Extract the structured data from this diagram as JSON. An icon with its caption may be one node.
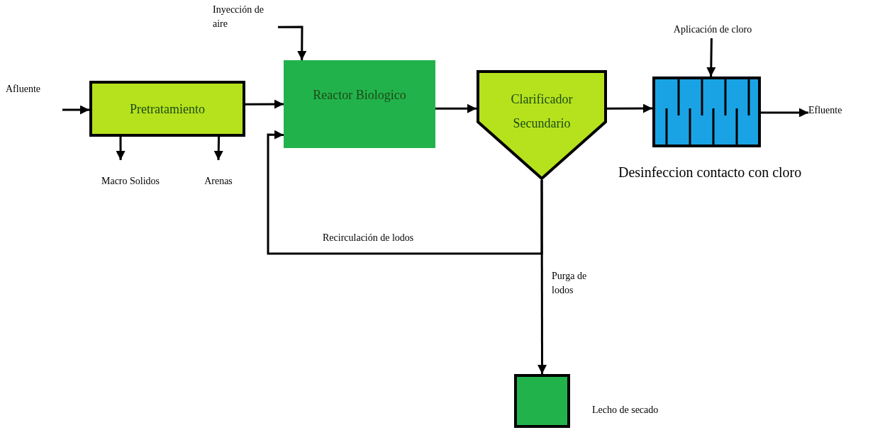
{
  "diagram": {
    "nodes": [
      {
        "text": [
          "Afluente"
        ]
      },
      {
        "text": [
          "Pretratamiento"
        ]
      },
      {
        "text": [
          "Macro Solidos"
        ]
      },
      {
        "text": [
          "Arenas"
        ]
      },
      {
        "text": [
          "Inyección de aire"
        ]
      },
      {
        "text": [
          "Reactor Biologico"
        ]
      },
      {
        "text": [
          "Clarificador Secundario"
        ]
      },
      {
        "text": [],
        "shape": "box",
        "beside": [
          "Desinfeccion contacto con cloro"
        ]
      },
      {
        "text": [
          "Aplicación de cloro"
        ]
      },
      {
        "text": [
          "Efluente"
        ]
      },
      {
        "text": [],
        "shape": "box",
        "beside": [
          "Lecho de secado"
        ]
      }
    ],
    "edges": [
      {
        "from": 0,
        "to": 1,
        "arrow": "to"
      },
      {
        "from": 1,
        "to": 2,
        "arrow": "to"
      },
      {
        "from": 1,
        "to": 3,
        "arrow": "to"
      },
      {
        "from": 4,
        "to": 5,
        "arrow": "to"
      },
      {
        "from": 1,
        "to": 5,
        "arrow": "to"
      },
      {
        "from": 5,
        "to": 6,
        "arrow": "to"
      },
      {
        "from": 6,
        "to": 7,
        "arrow": "to"
      },
      {
        "from": 8,
        "to": 7,
        "arrow": "to"
      },
      {
        "from": 7,
        "to": 9,
        "arrow": "to"
      },
      {
        "from": 6,
        "to": 5,
        "arrow": "to",
        "label": "Recirculación de lodos"
      },
      {
        "from": 6,
        "to": 10,
        "arrow": "to",
        "label": "Purga de lodos"
      }
    ]
  }
}
